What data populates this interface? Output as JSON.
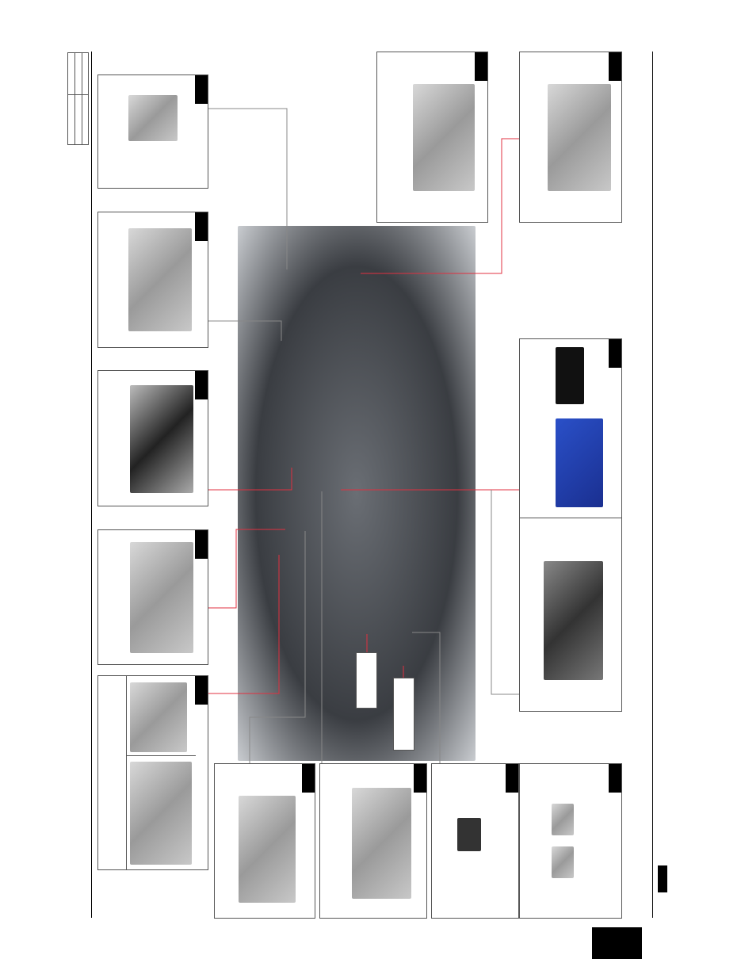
{
  "colors": {
    "callout_line_red": "#e03040",
    "callout_line_gray": "#888888",
    "tab": "#000000"
  },
  "panels": [
    {
      "id": "left-1",
      "icon": "component-photo"
    },
    {
      "id": "left-2",
      "icon": "component-photo"
    },
    {
      "id": "left-3",
      "icon": "component-photo"
    },
    {
      "id": "left-4",
      "icon": "component-photo"
    },
    {
      "id": "left-5",
      "icon": "component-photo"
    },
    {
      "id": "top-right-1",
      "icon": "component-photo"
    },
    {
      "id": "top-right-2",
      "icon": "component-photo"
    },
    {
      "id": "right-head-unit",
      "icon": "component-photo"
    },
    {
      "id": "bottom-1",
      "icon": "component-photo"
    },
    {
      "id": "bottom-2",
      "icon": "component-photo"
    },
    {
      "id": "bottom-3",
      "icon": "component-photo"
    },
    {
      "id": "bottom-4",
      "icon": "component-photo"
    }
  ]
}
